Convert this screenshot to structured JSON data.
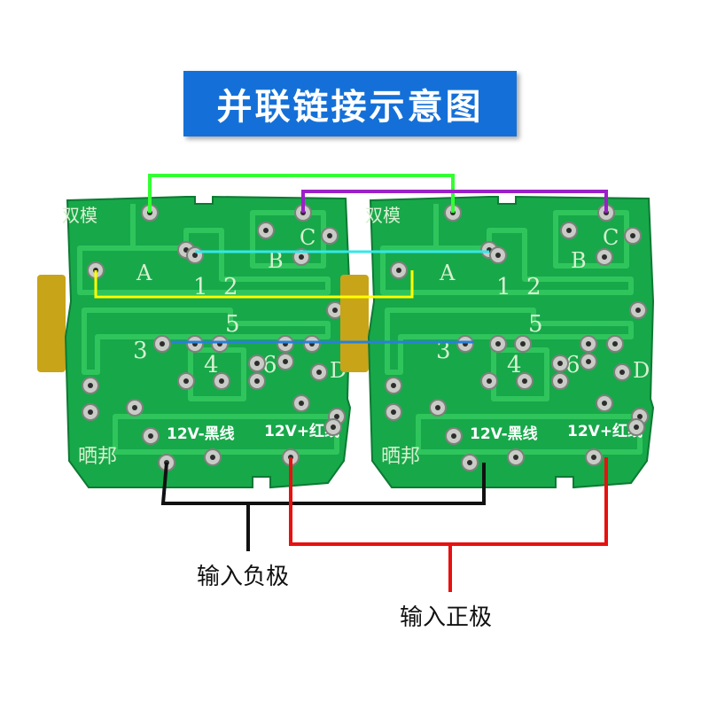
{
  "title": "并联链接示意图",
  "board": {
    "silk_top": "双模",
    "silk_bottom": "晒邦",
    "pad_letters": [
      "A",
      "B",
      "C",
      "D"
    ],
    "pad_numbers": [
      "1",
      "2",
      "3",
      "4",
      "5",
      "6"
    ],
    "neg_label": "12V-黑线",
    "pos_label": "12V+红线"
  },
  "captions": {
    "negative": "输入负极",
    "positive": "输入正极"
  },
  "colors": {
    "banner": "#1470d8",
    "pcb": "#17a84a",
    "wire_a": "#33ff33",
    "wire_c": "#9b20c8",
    "wire_1": "#33e8e8",
    "wire_mid": "#ffff00",
    "wire_3": "#2a7fd8",
    "negative_wire": "#111111",
    "positive_wire": "#e81010"
  }
}
